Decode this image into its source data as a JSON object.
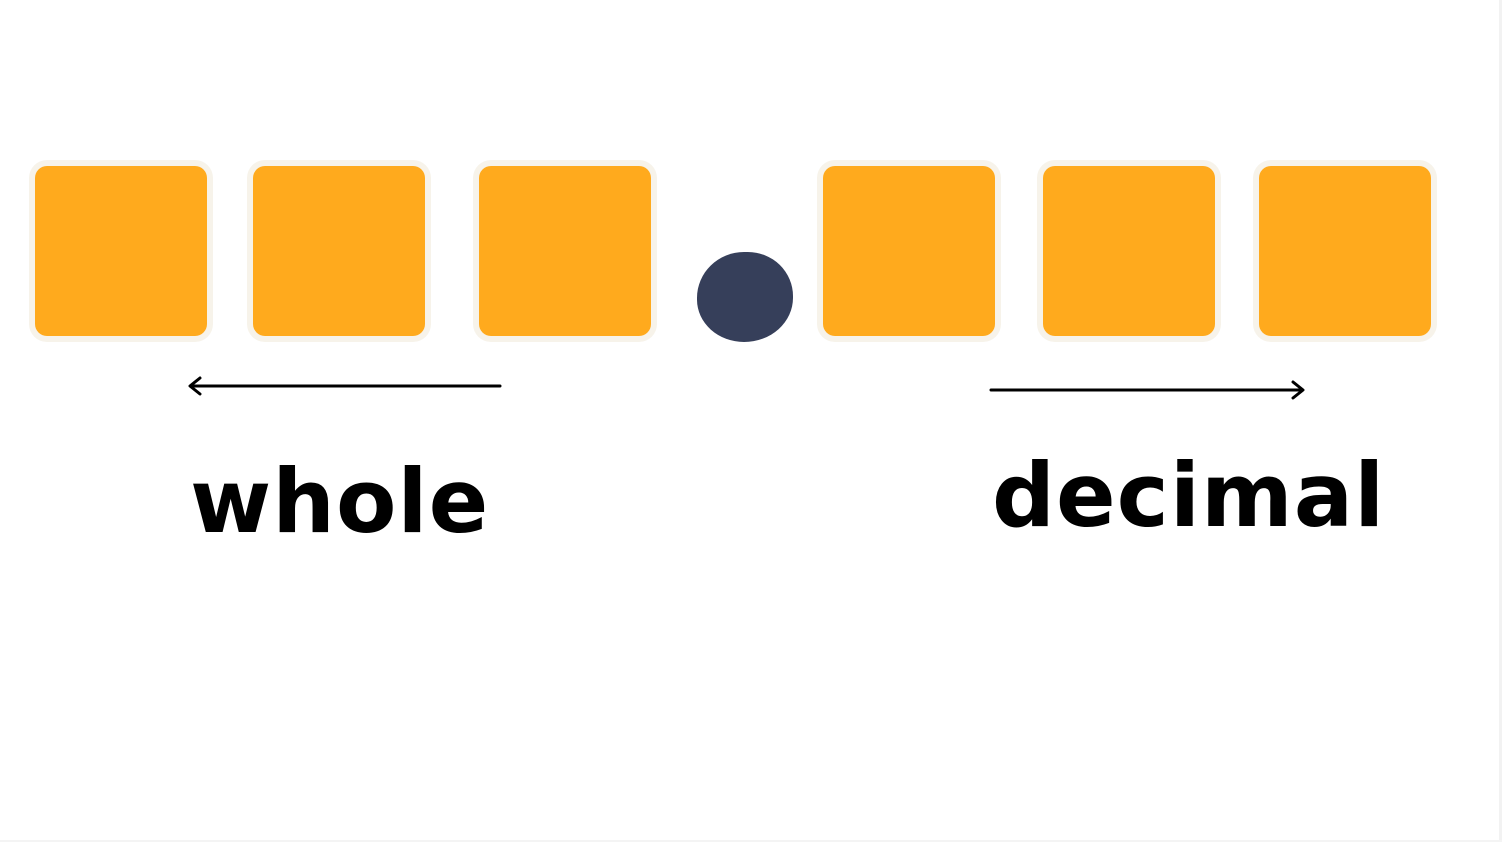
{
  "diagram": {
    "whole_label": "whole",
    "decimal_label": "decimal",
    "whole_digit_count": 3,
    "decimal_digit_count": 3,
    "colors": {
      "digit_box": "#FFAA1D",
      "decimal_point": "#363F5A",
      "text": "#000000",
      "arrow": "#000000",
      "background": "#FFFFFF"
    },
    "arrows": {
      "whole": "points-left",
      "decimal": "points-right"
    }
  }
}
